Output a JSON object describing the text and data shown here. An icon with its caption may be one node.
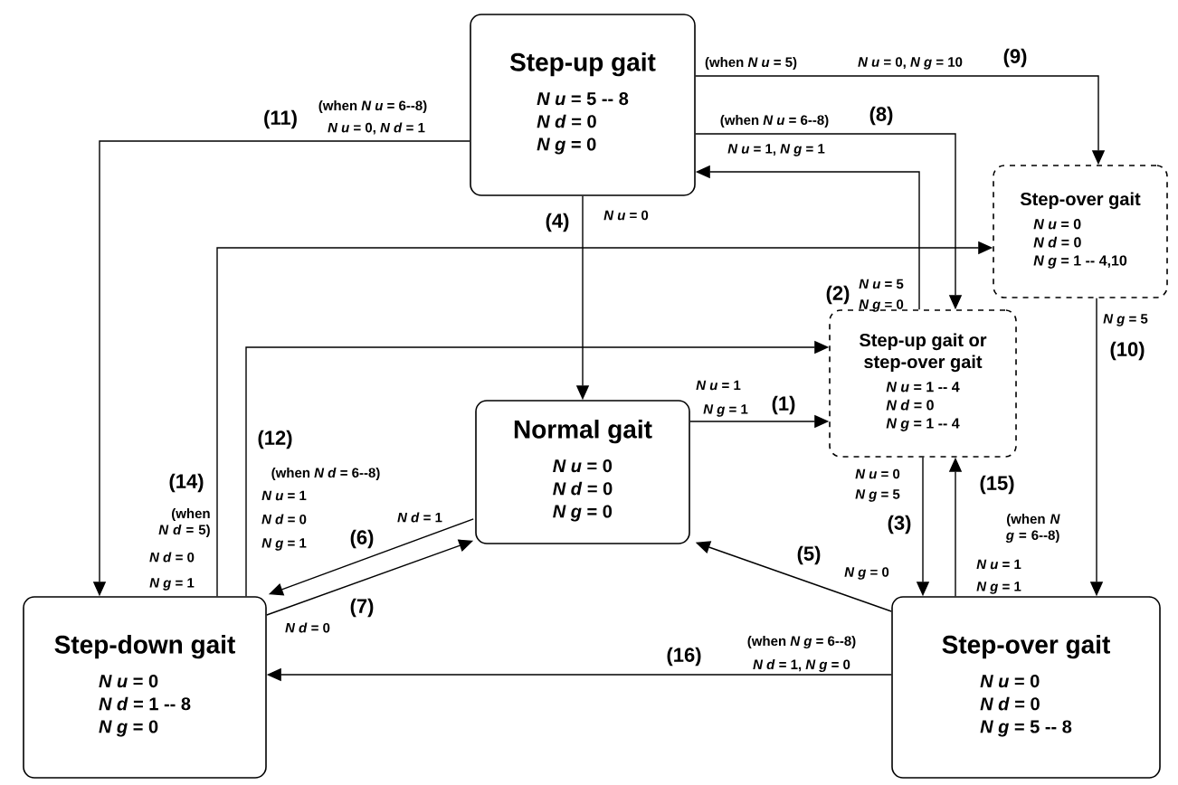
{
  "diagram": {
    "nodes": [
      {
        "text": [
          "Step-up gait",
          "*N u* = 5 -- 8",
          "*N d* = 0",
          "*N g* = 0"
        ]
      },
      {
        "text": [
          "Step-over gait",
          "*N u* = 0",
          "*N d* = 0",
          "*N g* = 1 -- 4,10"
        ]
      },
      {
        "text": [
          "Step-up gait or step-over gait",
          "*N u* = 1 -- 4",
          "*N d* = 0",
          "*N g* = 1 -- 4"
        ]
      },
      {
        "text": [
          "Normal gait",
          "*N u* = 0",
          "*N d* = 0",
          "*N g* = 0"
        ]
      },
      {
        "text": [
          "Step-down gait",
          "*N u* = 0",
          "*N d* = 1 -- 8",
          "*N g* = 0"
        ]
      },
      {
        "text": [
          "Step-over gait",
          "*N u* = 0",
          "*N d* = 0",
          "*N g* = 5 -- 8"
        ]
      }
    ],
    "edges": [
      {
        "from": 3,
        "to": 2,
        "arrow": "to",
        "label": "(1)"
      },
      {
        "from": 2,
        "to": 0,
        "arrow": "to",
        "label": "(2)"
      },
      {
        "from": 2,
        "to": 5,
        "arrow": "to",
        "label": "(3)"
      },
      {
        "from": 0,
        "to": 3,
        "arrow": "to",
        "label": "(4)"
      },
      {
        "from": 5,
        "to": 3,
        "arrow": "to",
        "label": "(5)"
      },
      {
        "from": 3,
        "to": 4,
        "arrow": "to",
        "label": "(6)"
      },
      {
        "from": 4,
        "to": 3,
        "arrow": "to",
        "label": "(7)"
      },
      {
        "from": 0,
        "to": 2,
        "arrow": "to",
        "label": "(8)"
      },
      {
        "from": 0,
        "to": 1,
        "arrow": "to",
        "label": "(9)"
      },
      {
        "from": 1,
        "to": 5,
        "arrow": "to",
        "label": "(10)"
      },
      {
        "from": 0,
        "to": 4,
        "arrow": "to",
        "label": "(11)"
      },
      {
        "from": 4,
        "to": 2,
        "arrow": "to",
        "label": "(12)"
      },
      {
        "from": 4,
        "to": 1,
        "arrow": "to",
        "label": "(14)"
      },
      {
        "from": 5,
        "to": 2,
        "arrow": "to",
        "label": "(15)"
      },
      {
        "from": 5,
        "to": 4,
        "arrow": "to",
        "label": "(16)"
      }
    ],
    "labels": [
      "(when *N u* = 5)",
      "*N u* = 0, *N g* = 10",
      "(when *N u* = 6--8)",
      "*N u* = 0, *N d* = 1",
      "(when *N u* = 6--8)",
      "*N u* = 1, *N g* = 1",
      "*N u* = 0",
      "*N u* = 5",
      "*N g* = 0",
      "*N g* = 5",
      "*N u* = 1",
      "*N g* = 1",
      "(when *N d* = 6--8)",
      "*N u* = 1",
      "*N d* = 0",
      "*N g* = 1",
      "(when *N d* = 5)",
      "*N d* = 0",
      "*N g* = 1",
      "*N d* = 1",
      "*N u* = 0",
      "*N g* = 5",
      "(when *N g* = 6--8)",
      "*N u* = 1",
      "*N g* = 1",
      "*N g* = 0",
      "*N d* = 0",
      "(when *N g* = 6--8)",
      "*N d* = 1, *N g* = 0"
    ]
  }
}
